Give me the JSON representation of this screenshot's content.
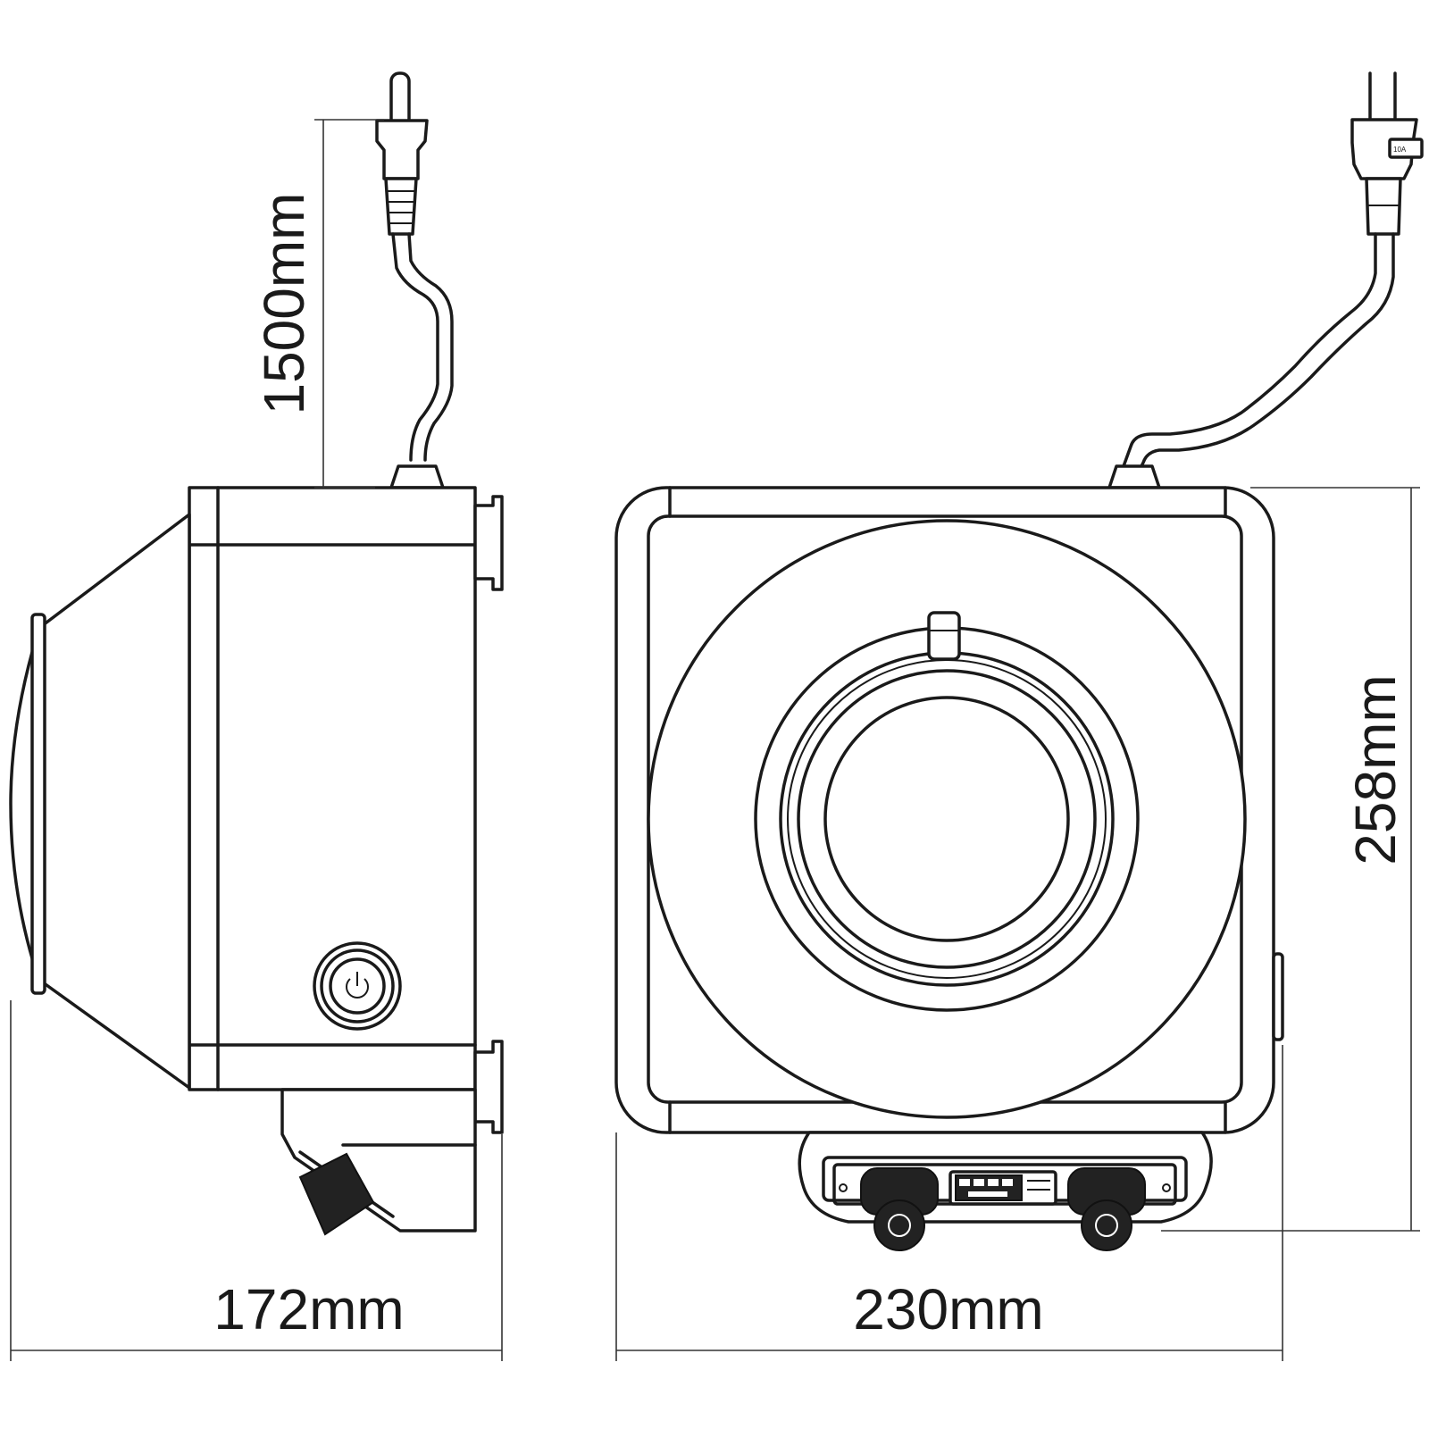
{
  "dimensions": {
    "cord_length": "1500mm",
    "side_depth": "172mm",
    "front_width": "230mm",
    "front_height": "258mm"
  },
  "plug_rating": "10A",
  "colors": {
    "line": "#1a1a1a",
    "background": "#ffffff"
  },
  "icons": {
    "power_button": "power-icon"
  }
}
